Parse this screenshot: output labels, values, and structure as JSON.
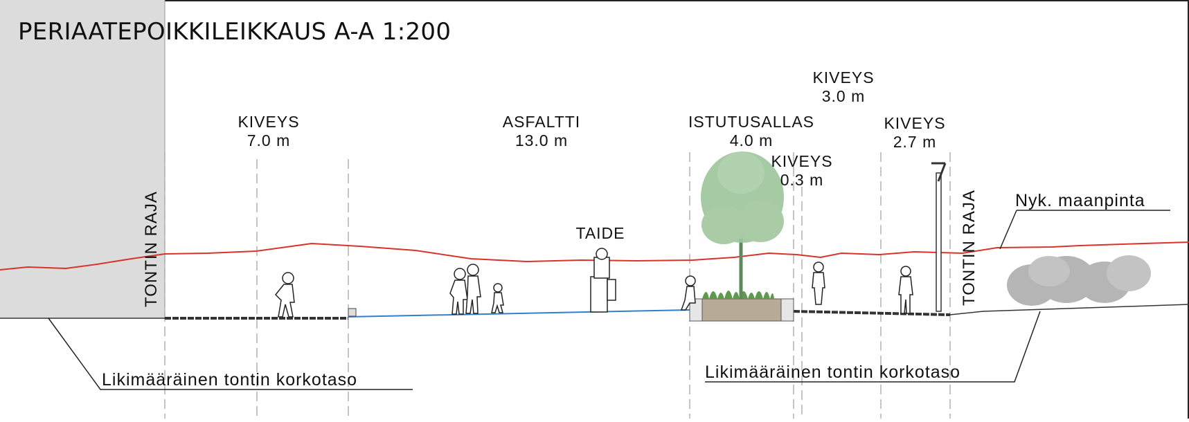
{
  "title": "PERIAATEPOIKKILEIKKAUS A-A 1:200",
  "zones": [
    {
      "material": "KIVEYS",
      "width": "7.0 m"
    },
    {
      "material": "ASFALTTI",
      "width": "13.0 m"
    },
    {
      "material": "ISTUTUSALLAS",
      "width": "4.0 m"
    },
    {
      "material": "KIVEYS",
      "width": "0.3 m"
    },
    {
      "material": "KIVEYS",
      "width": "3.0 m"
    },
    {
      "material": "KIVEYS",
      "width": "2.7 m"
    }
  ],
  "labels": {
    "art": "TAIDE",
    "plot_boundary_left": "TONTIN RAJA",
    "plot_boundary_right": "TONTIN RAJA",
    "existing_ground": "Nyk. maanpinta",
    "plot_level_left": "Likimääräinen tontin korkotaso",
    "plot_level_right": "Likimääräinen tontin korkotaso"
  },
  "colors": {
    "existing_ground_line": "#d9322a",
    "asphalt_line": "#2f7fd0",
    "shaded_area": "#dcdcdc",
    "tree": "#9cc49a",
    "planter": "#b7aa96",
    "shrubs": "#b5b5b5"
  }
}
